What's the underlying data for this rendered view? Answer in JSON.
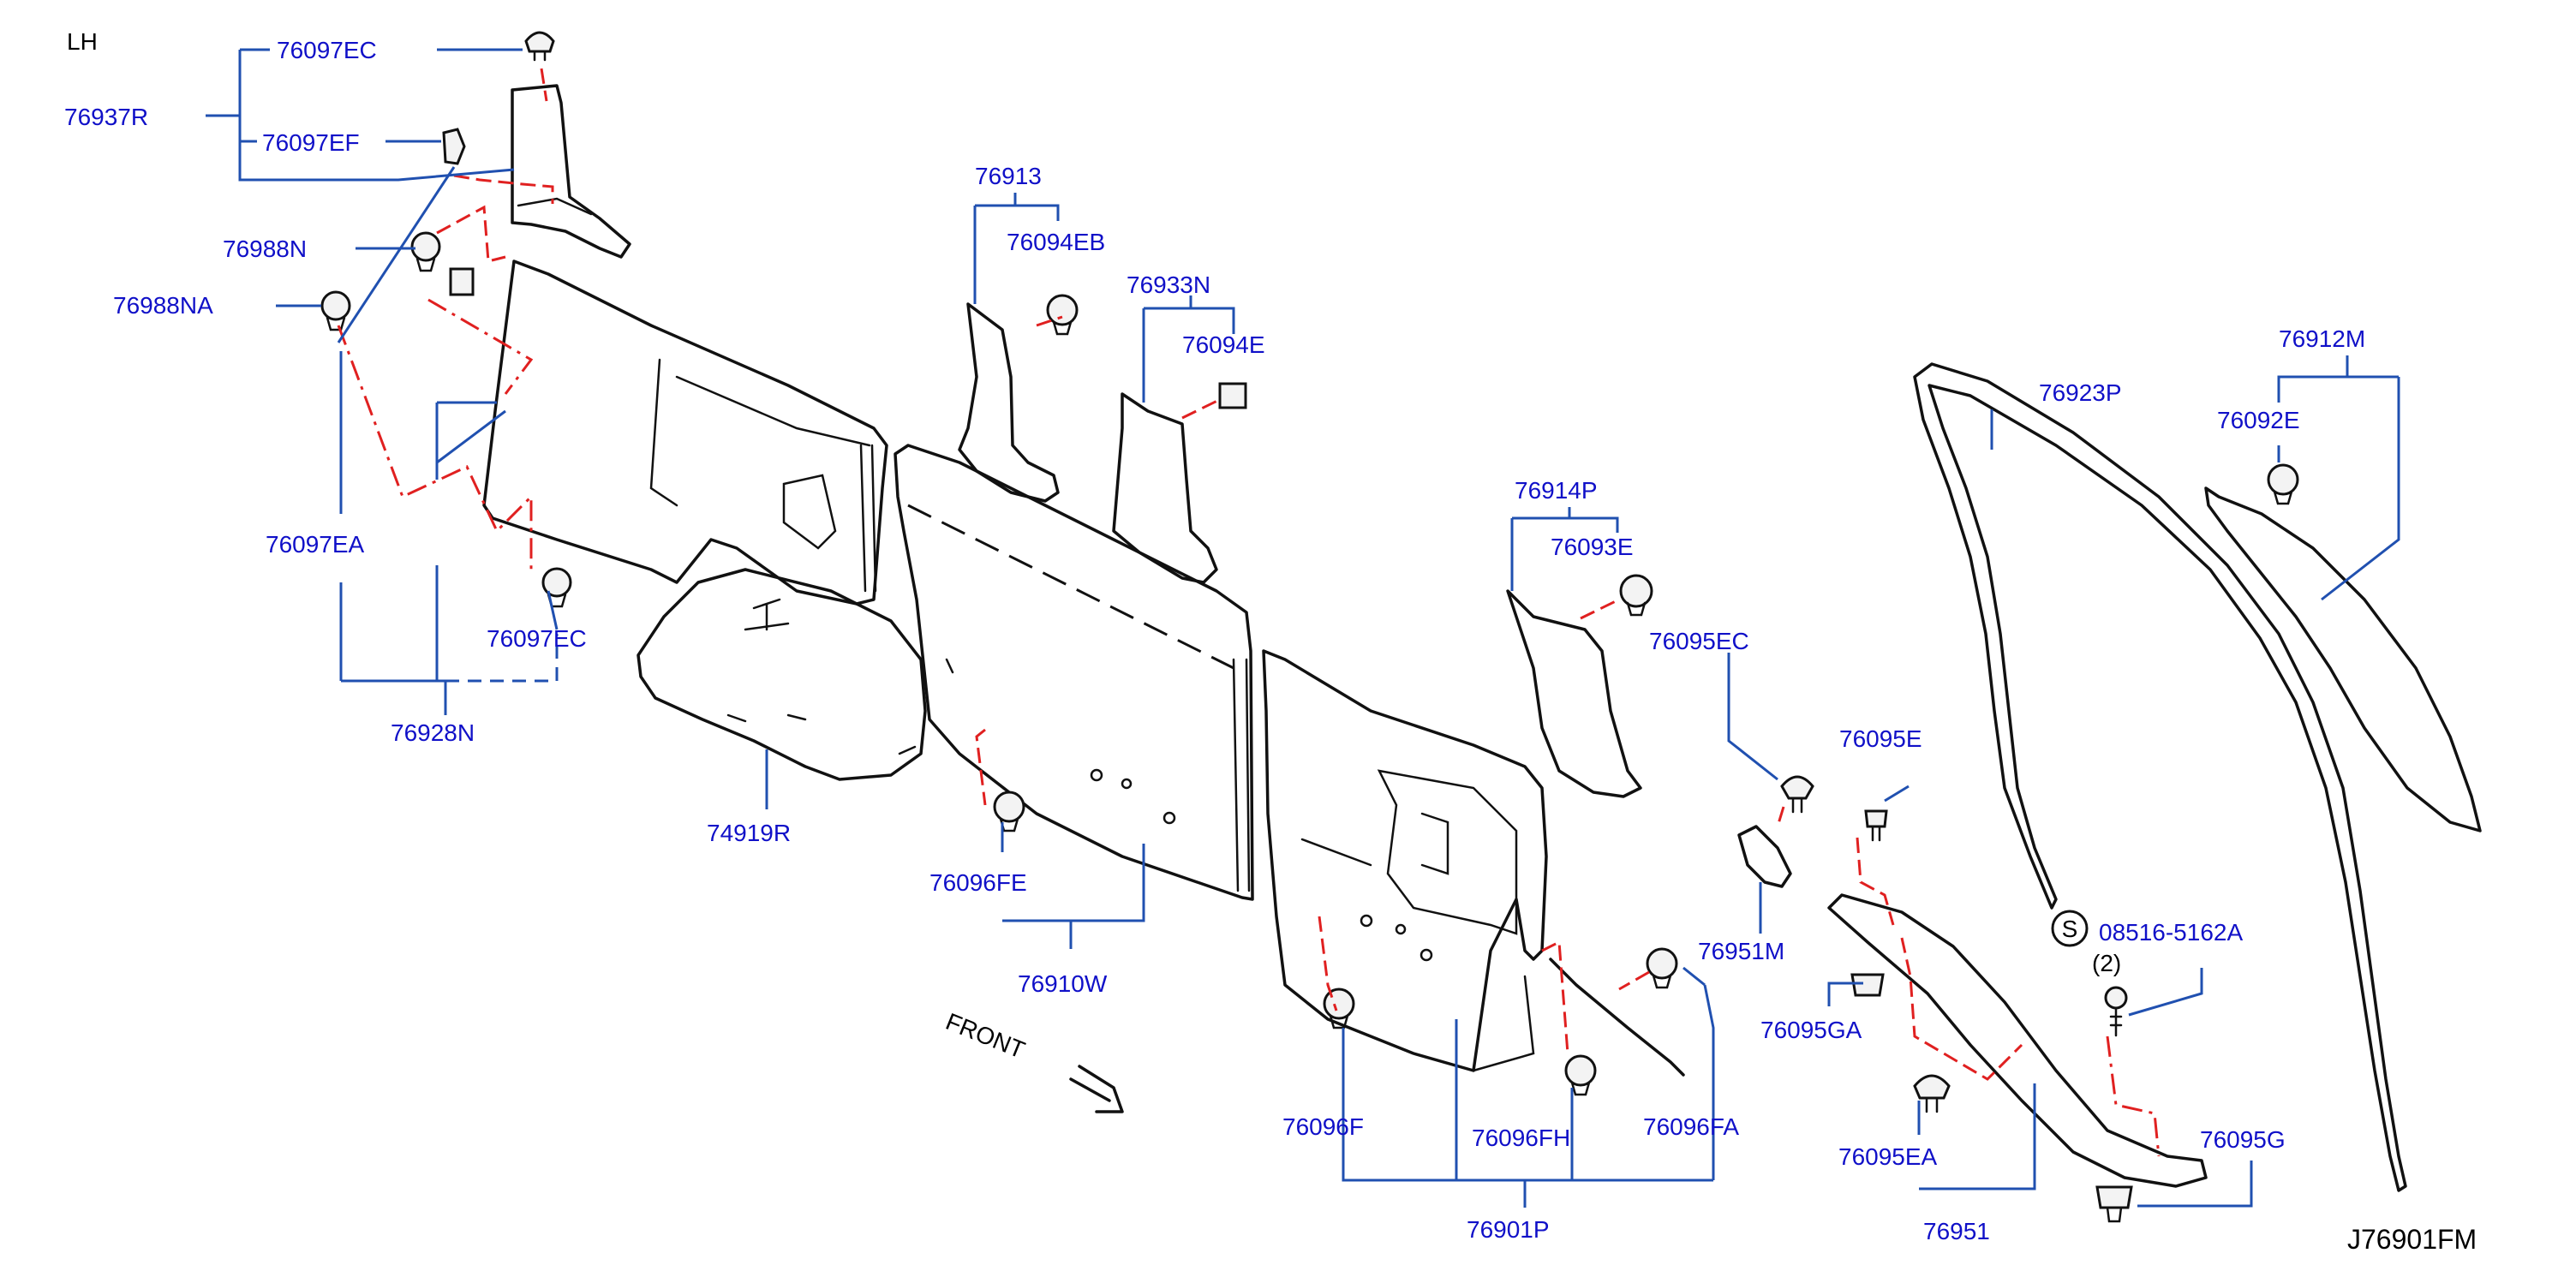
{
  "side_label": "LH",
  "diagram_code": "J76901FM",
  "direction_label": "FRONT",
  "colors": {
    "label": "#1010c8",
    "leader": "#2050b0",
    "fastener_line": "#e02020",
    "part_outline": "#111111"
  },
  "parts": {
    "p76097EC_top": "76097EC",
    "p76937R": "76937R",
    "p76097EF": "76097EF",
    "p76988N": "76988N",
    "p76988NA": "76988NA",
    "p76097EA": "76097EA",
    "p76097EC_low": "76097EC",
    "p76928N": "76928N",
    "p74919R": "74919R",
    "p76913": "76913",
    "p76094EB": "76094EB",
    "p76933N": "76933N",
    "p76094E": "76094E",
    "p76096FE": "76096FE",
    "p76910W": "76910W",
    "p76914P": "76914P",
    "p76093E": "76093E",
    "p76095EC": "76095EC",
    "p76095E": "76095E",
    "p76951M": "76951M",
    "p76095GA": "76095GA",
    "p76095EA": "76095EA",
    "p76951": "76951",
    "p76096F": "76096F",
    "p76096FH": "76096FH",
    "p76096FA": "76096FA",
    "p76901P": "76901P",
    "p76923P": "76923P",
    "p76912M": "76912M",
    "p76092E": "76092E",
    "p08516": "08516-5162A",
    "p08516_qty": "(2)",
    "p76095G": "76095G",
    "s_marker": "S"
  }
}
